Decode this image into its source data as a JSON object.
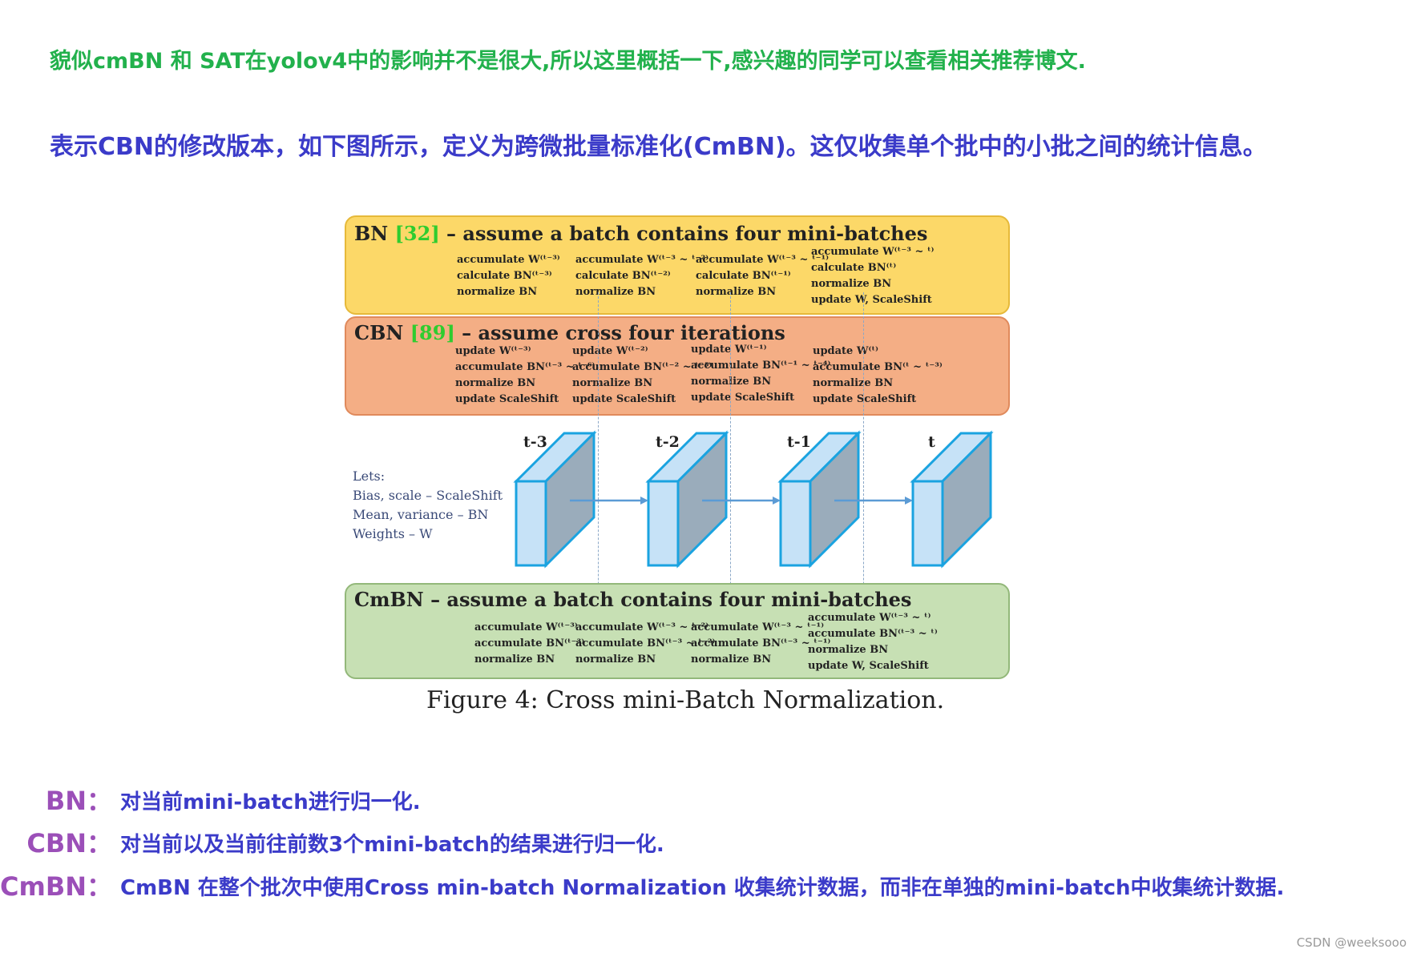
{
  "intro": {
    "line1": "貌似cmBN 和 SAT在yolov4中的影响并不是很大,所以这里概括一下,感兴趣的同学可以查看相关推荐博文.",
    "line2": "表示CBN的修改版本，如下图所示，定义为跨微批量标准化(CmBN)。这仅收集单个批中的小批之间的统计信息。"
  },
  "figure": {
    "bn": {
      "title_prefix": "BN ",
      "title_ref": "[32]",
      "title_suffix": " – assume a batch contains four mini-batches",
      "cols": [
        [
          "accumulate W⁽ᵗ⁻³⁾",
          "calculate BN⁽ᵗ⁻³⁾",
          "normalize BN"
        ],
        [
          "accumulate W⁽ᵗ⁻³ ~ ᵗ⁻²⁾",
          "calculate BN⁽ᵗ⁻²⁾",
          "normalize BN"
        ],
        [
          "accumulate W⁽ᵗ⁻³ ~ ᵗ⁻¹⁾",
          "calculate BN⁽ᵗ⁻¹⁾",
          "normalize BN"
        ],
        [
          "accumulate W⁽ᵗ⁻³ ~ ᵗ⁾",
          "calculate BN⁽ᵗ⁾",
          "normalize BN",
          "update W, ScaleShift"
        ]
      ]
    },
    "cbn": {
      "title_prefix": "CBN ",
      "title_ref": "[89]",
      "title_suffix": " – assume cross four iterations",
      "cols": [
        [
          "update W⁽ᵗ⁻³⁾",
          "accumulate BN⁽ᵗ⁻³ ~ ᵗ⁻⁶⁾",
          "normalize BN",
          "update ScaleShift"
        ],
        [
          "update W⁽ᵗ⁻²⁾",
          "accumulate BN⁽ᵗ⁻² ~ ᵗ⁻⁵⁾",
          "normalize BN",
          "update ScaleShift"
        ],
        [
          "update W⁽ᵗ⁻¹⁾",
          "accumulate BN⁽ᵗ⁻¹ ~ ᵗ⁻⁴⁾",
          "normalize BN",
          "update ScaleShift"
        ],
        [
          "update W⁽ᵗ⁾",
          "accumulate BN⁽ᵗ ~ ᵗ⁻³⁾",
          "normalize BN",
          "update ScaleShift"
        ]
      ]
    },
    "lets": [
      "Lets:",
      "Bias, scale – ScaleShift",
      "Mean, variance – BN",
      "Weights – W"
    ],
    "time_labels": [
      "t-3",
      "t-2",
      "t-1",
      "t"
    ],
    "cmbn": {
      "title": "CmBN – assume a batch contains four mini-batches",
      "cols": [
        [
          "accumulate W⁽ᵗ⁻³⁾",
          "accumulate BN⁽ᵗ⁻³⁾",
          "normalize BN"
        ],
        [
          "accumulate W⁽ᵗ⁻³ ~ ᵗ⁻²⁾",
          "accumulate BN⁽ᵗ⁻³ ~ ᵗ⁻²⁾",
          "normalize BN"
        ],
        [
          "accumulate W⁽ᵗ⁻³ ~ ᵗ⁻¹⁾",
          "accumulate BN⁽ᵗ⁻³ ~ ᵗ⁻¹⁾",
          "normalize BN"
        ],
        [
          "accumulate W⁽ᵗ⁻³ ~ ᵗ⁾",
          "accumulate BN⁽ᵗ⁻³ ~ ᵗ⁾",
          "normalize BN",
          "update W, ScaleShift"
        ]
      ]
    },
    "caption": "Figure 4: Cross mini-Batch Normalization.",
    "colors": {
      "bn_band": "#fcd868",
      "cbn_band": "#f4ae85",
      "cmbn_band": "#c7e0b4",
      "cube_front": "#c6e2f7",
      "cube_side": "#9aacbb",
      "cube_edge": "#1aa3e0",
      "arrow": "#5b9bd5"
    }
  },
  "definitions": [
    {
      "term": "BN：",
      "text": "对当前mini-batch进行归一化."
    },
    {
      "term": "CBN：",
      "text": "对当前以及当前往前数3个mini-batch的结果进行归一化."
    },
    {
      "term": "CmBN：",
      "text": "CmBN 在整个批次中使用Cross min-batch Normalization 收集统计数据，而非在单独的mini-batch中收集统计数据."
    }
  ],
  "watermark": "CSDN @weeksooo"
}
